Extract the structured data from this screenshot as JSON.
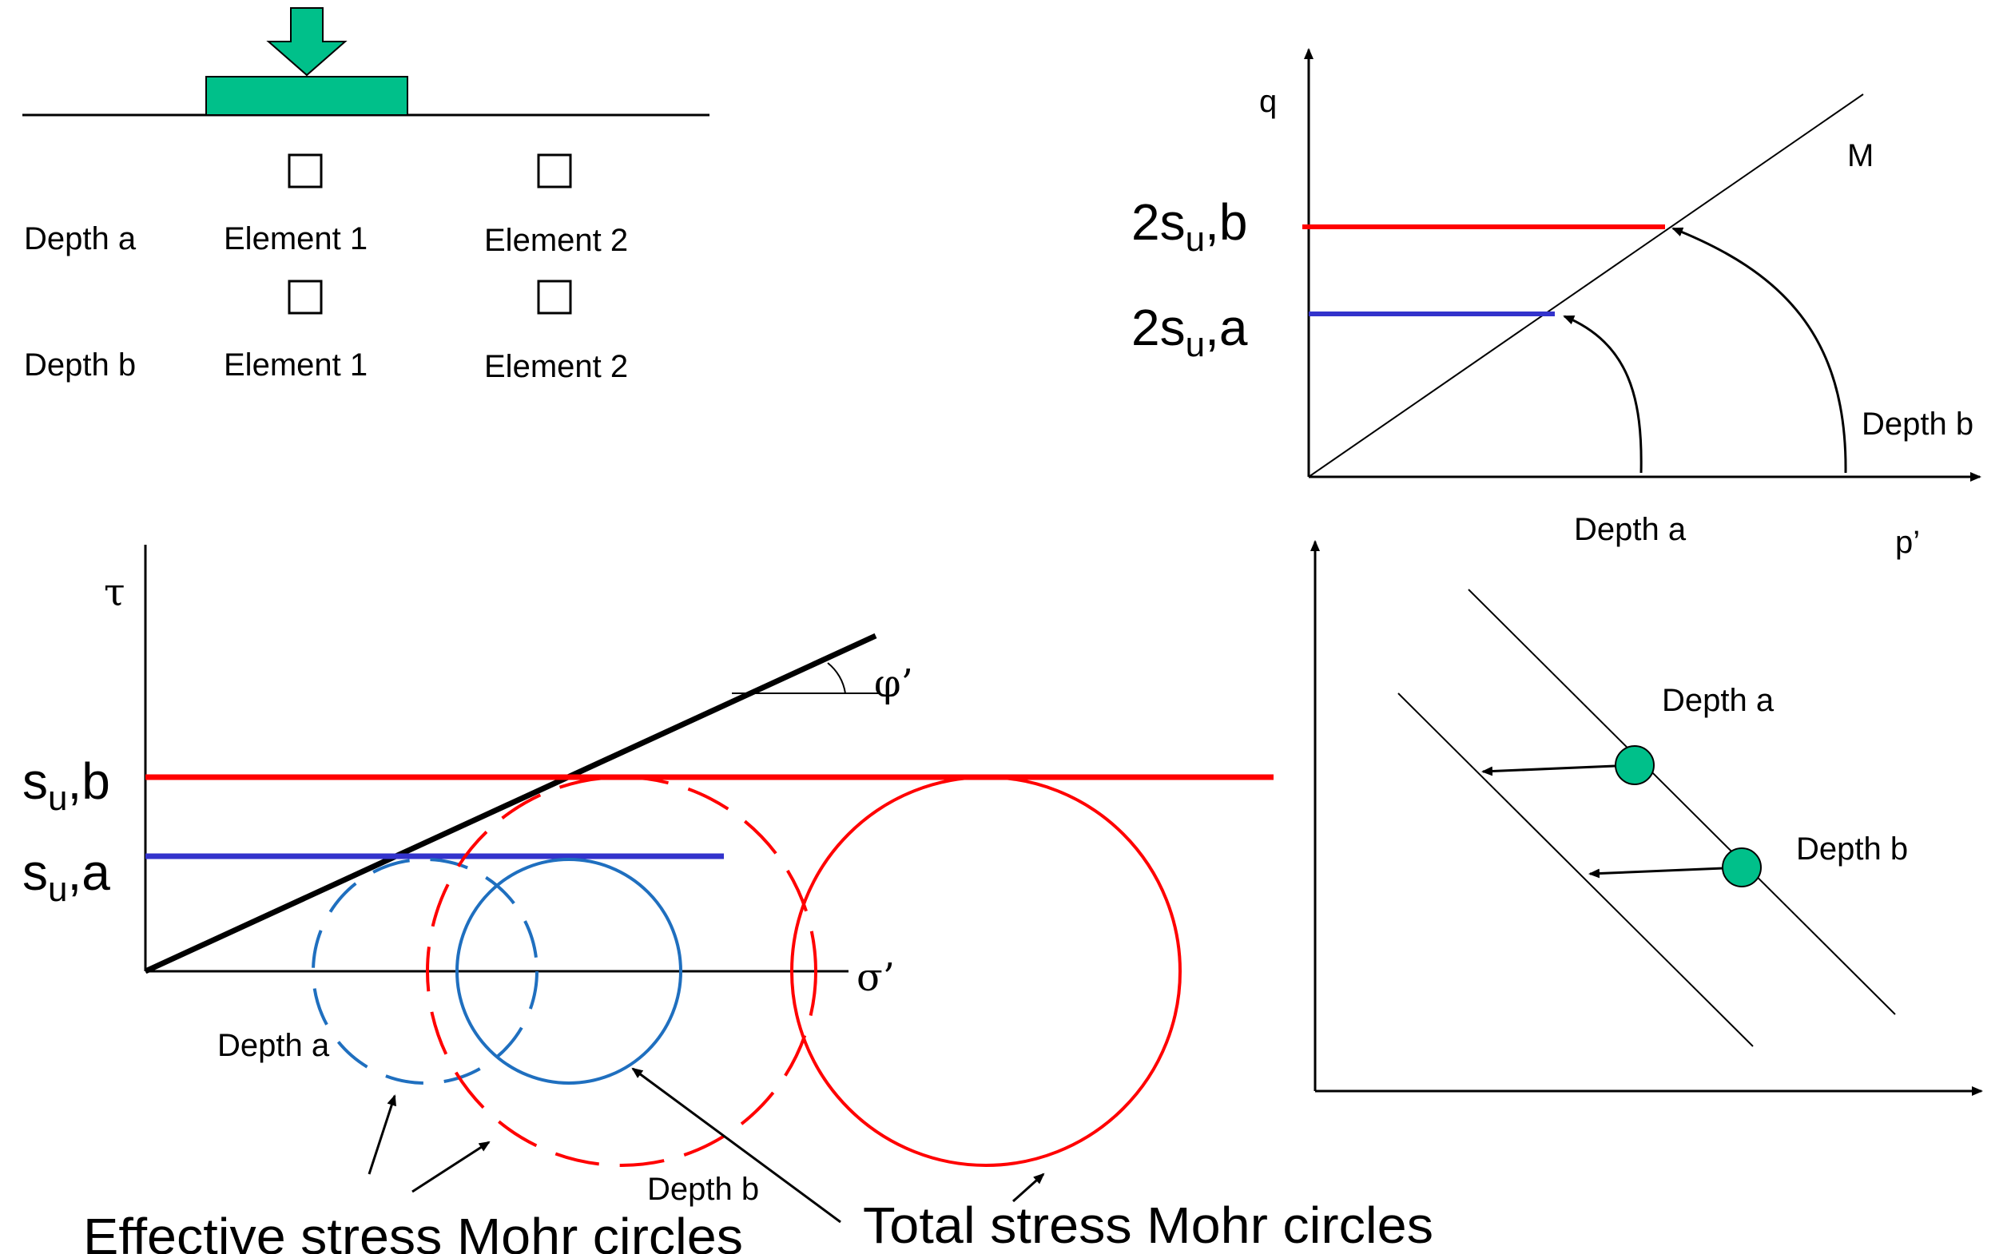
{
  "footing": {
    "depth_a": "Depth a",
    "depth_b": "Depth b",
    "element_1": "Element 1",
    "element_2": "Element 2",
    "load_color": "#00C08A"
  },
  "qp_plot": {
    "y_axis": "q",
    "x_axis": "p’",
    "line_label": "M",
    "level_b": {
      "main": "2s",
      "sub": "u",
      "tail": ",b"
    },
    "level_a": {
      "main": "2s",
      "sub": "u",
      "tail": ",a"
    },
    "path_a": "Depth a",
    "path_b": "Depth b"
  },
  "mohr_plot": {
    "y_axis": "τ",
    "x_axis": "σ’",
    "angle_label": "φ’",
    "level_b": {
      "main": "s",
      "sub": "u",
      "tail": ",b"
    },
    "level_a": {
      "main": "s",
      "sub": "u",
      "tail": ",a"
    },
    "circle_a_label": "Depth a",
    "circle_b_label": "Depth b",
    "effective_caption": "Effective stress Mohr circles",
    "total_caption": "Total stress Mohr circles"
  },
  "vol_plot": {
    "point_a": "Depth a",
    "point_b": "Depth b"
  },
  "colors": {
    "red": "#FF0000",
    "blue": "#3333CC",
    "circle_blue": "#1F6FBF",
    "green": "#00C08A"
  }
}
